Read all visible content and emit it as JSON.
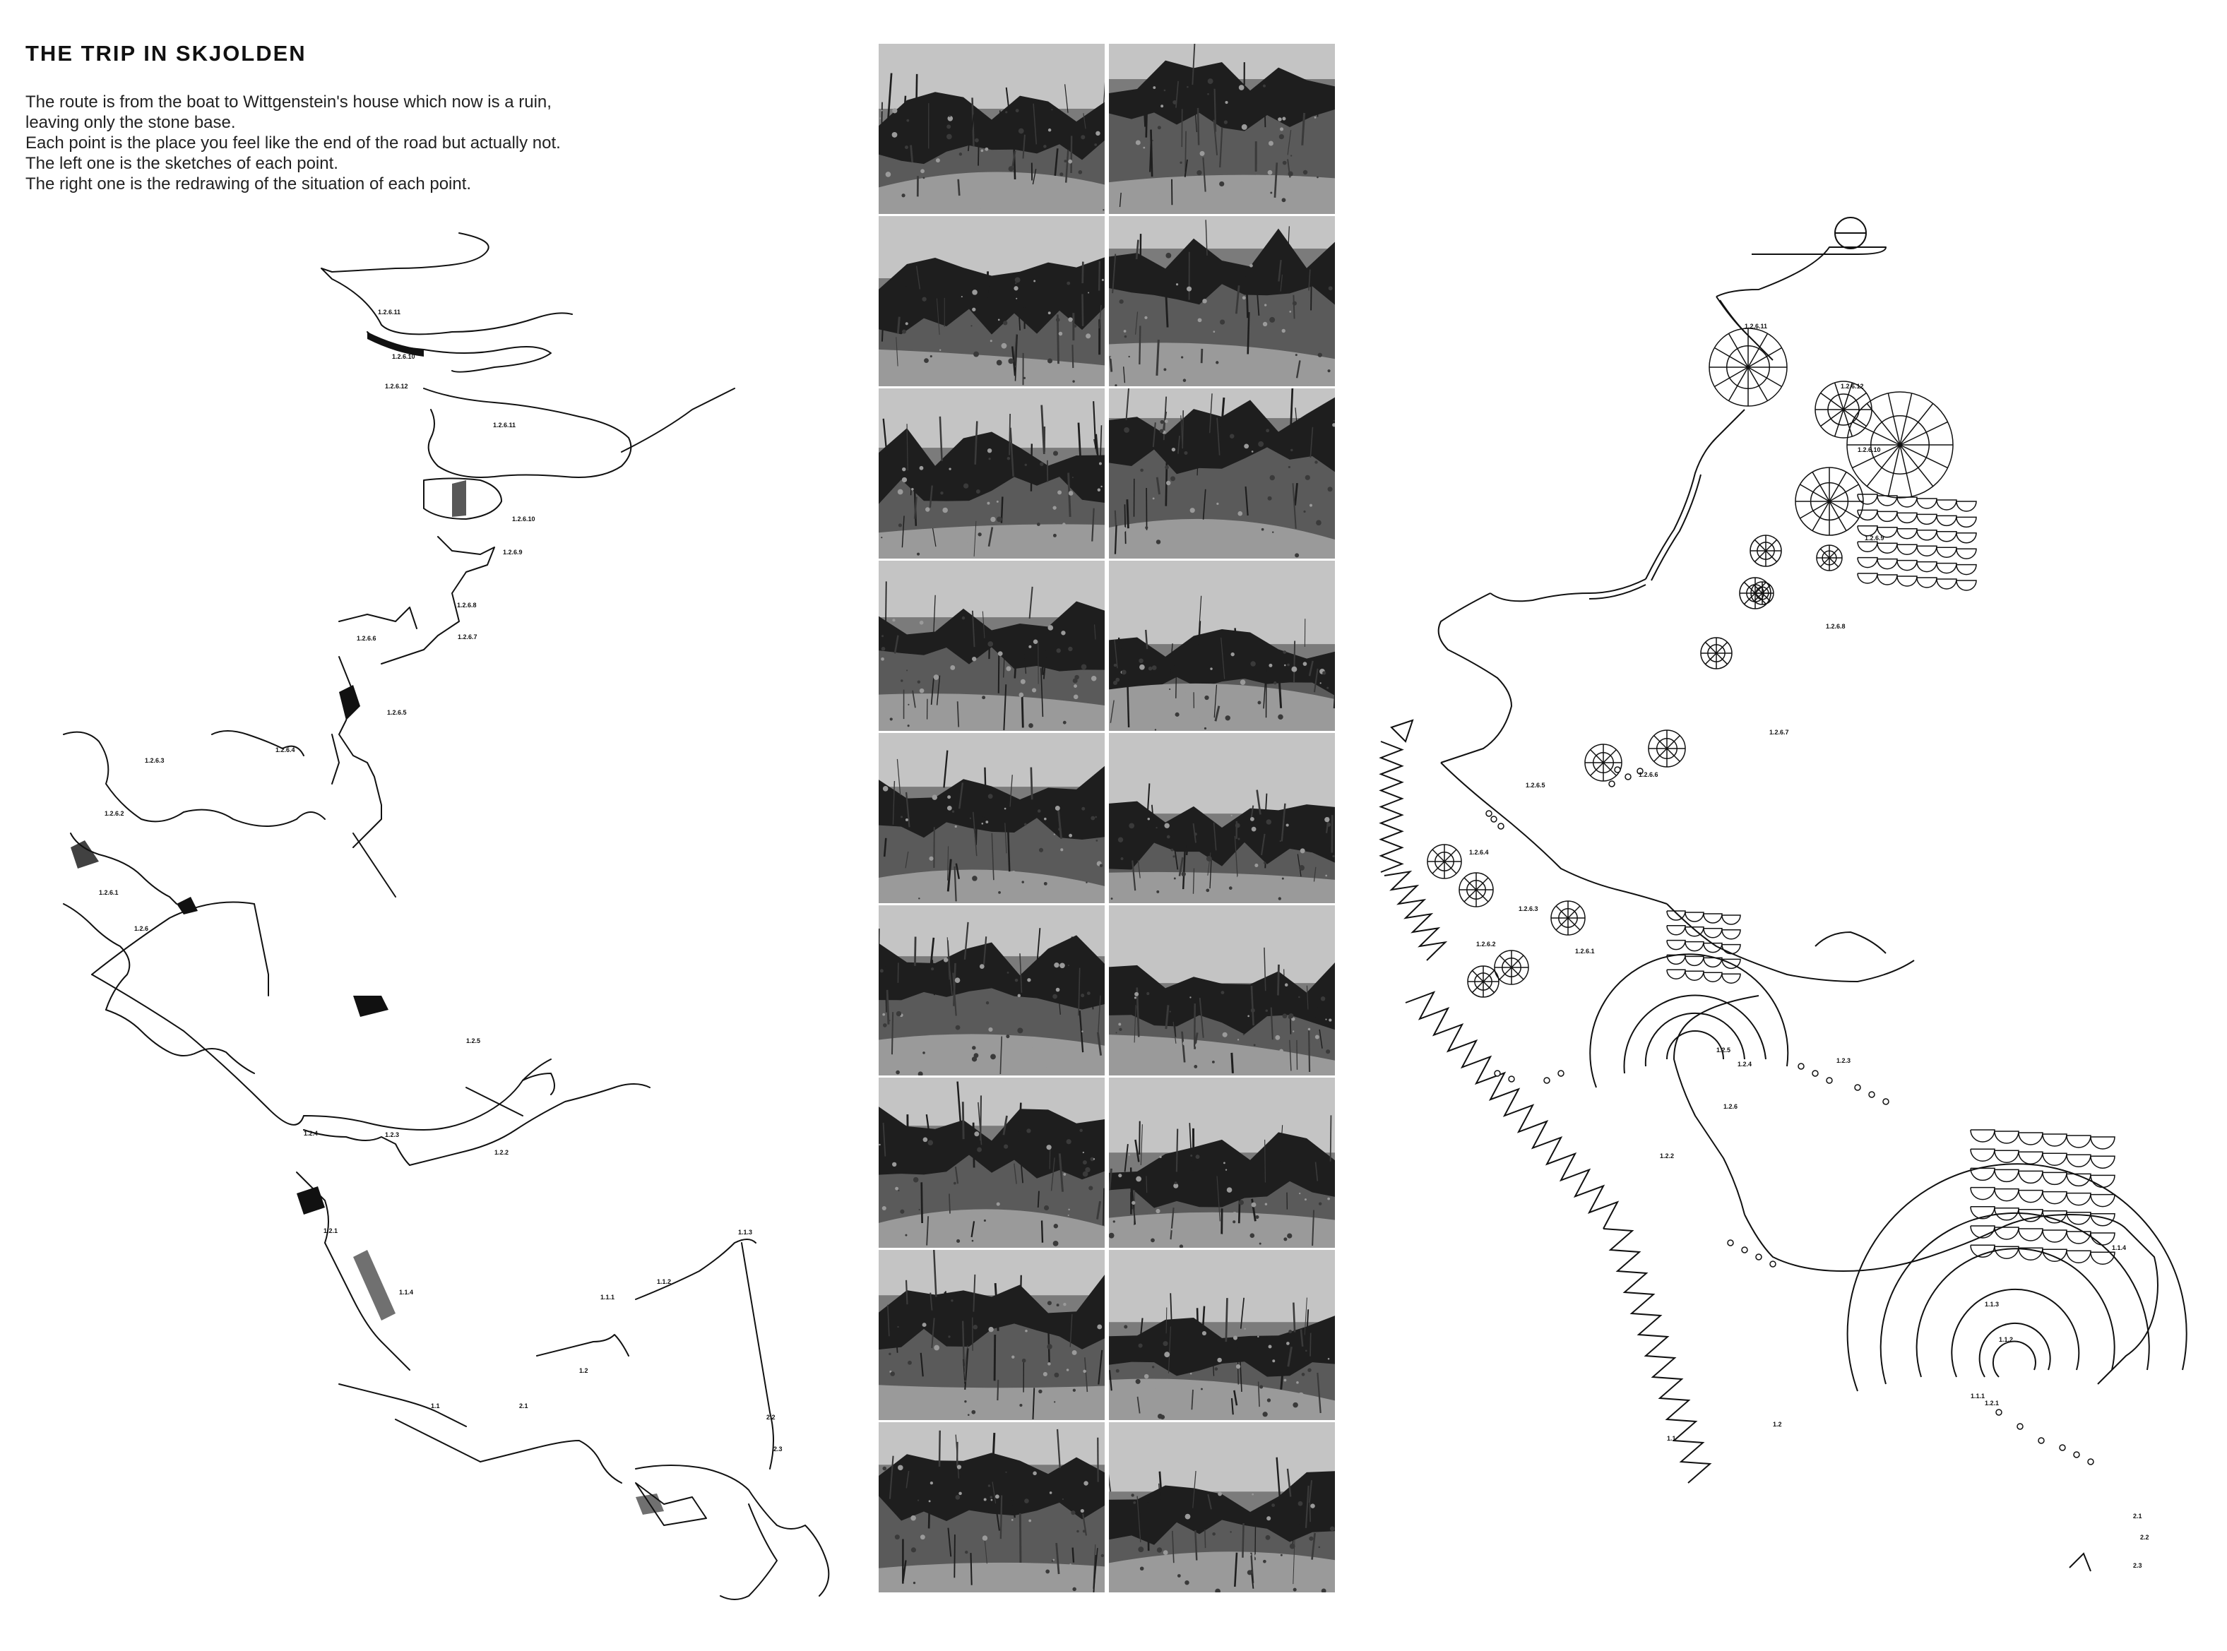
{
  "header": {
    "title": "THE TRIP IN SKJOLDEN",
    "description_lines": [
      "The route is from the boat to Wittgenstein's house which now is a ruin,",
      "leaving only the stone base.",
      "Each point is the place you feel like the end of the road but actually not.",
      "The left one is the sketches of each point.",
      "The right one is the redrawing of the situation of each point."
    ]
  },
  "sketch": {
    "point_labels": [
      "1.2.6.11",
      "1.2.6.10",
      "1.2.6.12",
      "1.2.6.11",
      "1.2.6.10",
      "1.2.6.9",
      "1.2.6.8",
      "1.2.6.7",
      "1.2.6.6",
      "1.2.6.5",
      "1.2.6.4",
      "1.2.6.3",
      "1.2.6.2",
      "1.2.6.1",
      "1.2.6",
      "1.2.5",
      "1.2.4",
      "1.2.3",
      "1.2.2",
      "1.2.1",
      "1.1.4",
      "1.1.3",
      "1.1.2",
      "1.1.1",
      "1.2",
      "1.1",
      "2.1",
      "2.2",
      "2.3"
    ]
  },
  "photos": {
    "count": 18,
    "palette": [
      "#3a3a3a",
      "#5a5a5a",
      "#7b7b7b",
      "#9a9a9a",
      "#c4c4c4",
      "#1e1e1e"
    ]
  },
  "drawing": {
    "point_labels": [
      "1.2.6.11",
      "1.2.6.12",
      "1.2.6.10",
      "1.2.6.9",
      "1.2.6.8",
      "1.2.6.7",
      "1.2.6.6",
      "1.2.6.5",
      "1.2.6.4",
      "1.2.6.3",
      "1.2.6.2",
      "1.2.6.1",
      "1.2.5",
      "1.2.4",
      "1.2.3",
      "1.2.6",
      "1.2.2",
      "1.1.4",
      "1.1.3",
      "1.1.2",
      "1.1.1",
      "1.2.1",
      "1.2",
      "1.1",
      "2.1",
      "2.2",
      "2.3"
    ]
  }
}
